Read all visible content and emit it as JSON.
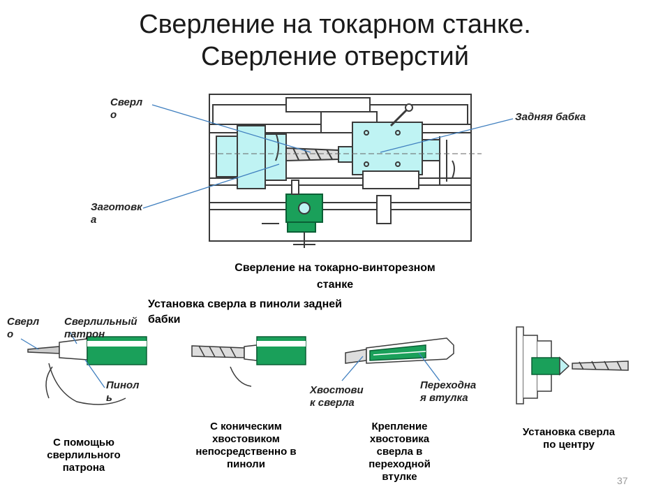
{
  "title": {
    "line1": "Сверление на токарном станке.",
    "line2": "Сверление отверстий"
  },
  "main_diagram": {
    "label_drill": "Сверл\nо",
    "label_tailstock": "Задняя бабка",
    "label_workpiece": "Заготовк\nа",
    "caption": "Сверление на токарно-винторезном\nстанке"
  },
  "section_title": "Установка сверла в пиноли задней\nбабки",
  "methods": {
    "chuck": {
      "label_drill": "Сверл\nо",
      "label_chuck": "Сверлильный\nпатрон",
      "label_quill": "Пинол\nь",
      "caption": "С помощью\nсверлильного\nпатрона"
    },
    "direct": {
      "caption": "С коническим\nхвостовиком\nнепосредственно в\nпиноли"
    },
    "sleeve": {
      "label_shank": "Хвостови\nк сверла",
      "label_sleeve": "Переходна\nя втулка",
      "caption": "Крепление\nхвостовика\nсверла в\nпереходной\nвтулке"
    },
    "center": {
      "caption": "Установка сверла\nпо центру"
    }
  },
  "page_number": "37",
  "colors": {
    "cyan_fill": "#bff3f3",
    "green_fill": "#1aa05a",
    "dark_green": "#0a5f35",
    "outline": "#3a3a3a",
    "pointer_line": "#3f7fbf"
  }
}
